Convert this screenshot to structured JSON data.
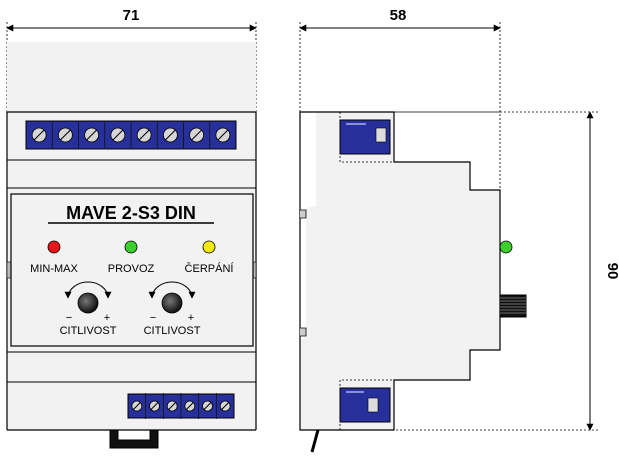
{
  "dimensions": {
    "front_width": "71",
    "side_width": "58",
    "height": "90"
  },
  "device": {
    "model": "MAVE 2-S3 DIN",
    "top_terminal_screws": 8,
    "bottom_terminal_screws": 6
  },
  "indicators": [
    {
      "label": "MIN-MAX",
      "color": "#e8161b"
    },
    {
      "label": "PROVOZ",
      "color": "#3ccf2c"
    },
    {
      "label": "ČERPÁNÍ",
      "color": "#f2ea10"
    }
  ],
  "knobs": [
    {
      "label": "CITLIVOST",
      "minus": "−",
      "plus": "+"
    },
    {
      "label": "CITLIVOST",
      "minus": "−",
      "plus": "+"
    }
  ],
  "side_led_color": "#3ccf2c",
  "colors": {
    "housing": "#f2f2f2",
    "terminal_blue": "#27309a",
    "screw": "#d6d6d6",
    "outline": "#000000"
  }
}
